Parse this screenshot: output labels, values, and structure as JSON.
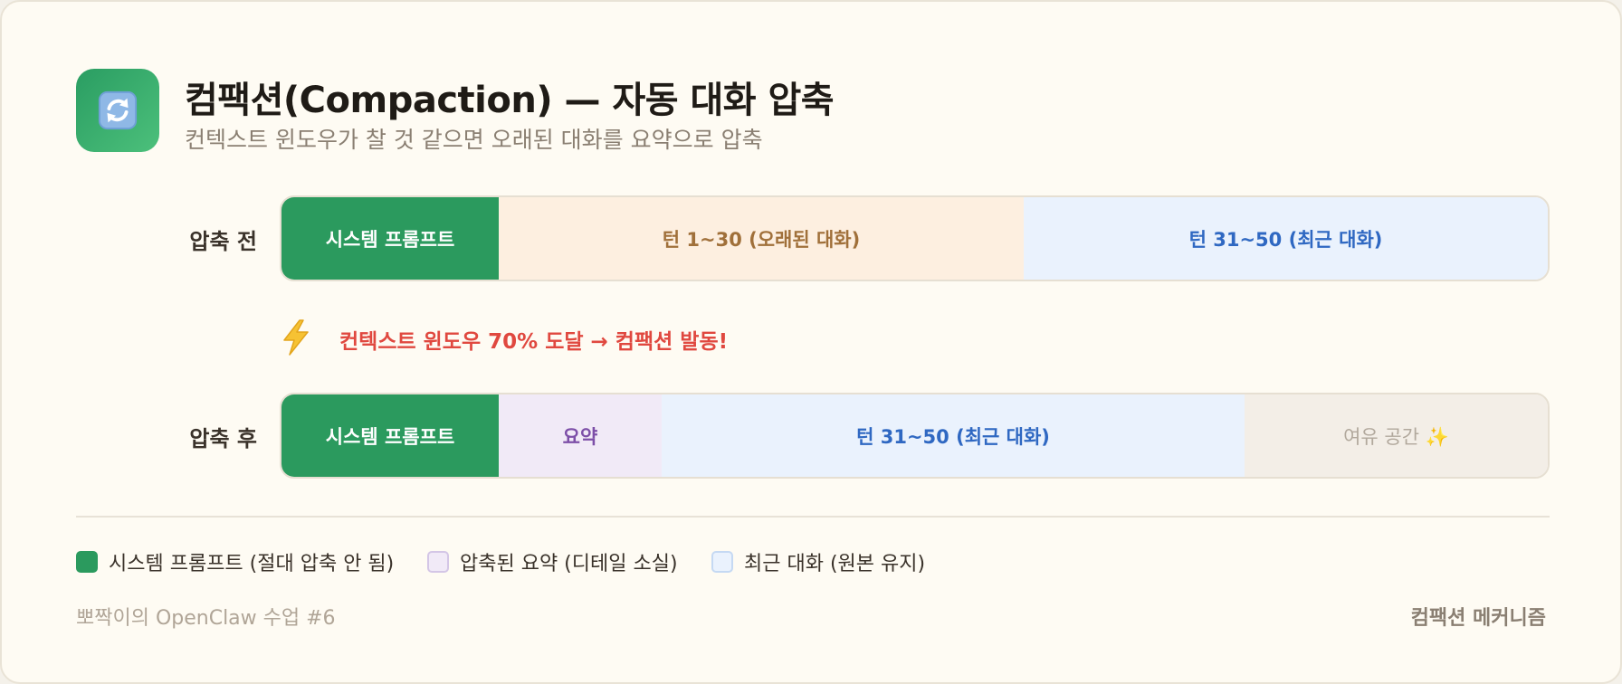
{
  "header": {
    "icon": "refresh-arrows-icon",
    "title": "컴팩션(Compaction) — 자동 대화 압축",
    "subtitle": "컨텍스트 윈도우가 찰 것 같으면 오래된 대화를 요약으로 압축"
  },
  "before": {
    "label": "압축 전",
    "segments": [
      "시스템 프롬프트",
      "턴 1~30 (오래된 대화)",
      "턴 31~50 (최근 대화)"
    ]
  },
  "trigger": {
    "icon": "lightning-icon",
    "text": "컨텍스트 윈도우 70% 도달 → 컴팩션 발동!"
  },
  "after": {
    "label": "압축 후",
    "segments": [
      "시스템 프롬프트",
      "요약",
      "턴 31~50 (최근 대화)",
      "여유 공간 ✨"
    ]
  },
  "legend": [
    {
      "label": "시스템 프롬프트 (절대 압축 안 됨)",
      "color": "#2b9a5e"
    },
    {
      "label": "압축된 요약 (디테일 소실)",
      "color": "#f1eaf7"
    },
    {
      "label": "최근 대화 (원본 유지)",
      "color": "#eaf2fd"
    }
  ],
  "footer": {
    "left": "뽀짝이의 OpenClaw 수업 #6",
    "right": "컴팩션 메커니즘"
  },
  "colors": {
    "system": "#2b9a5e",
    "old": "#fdefe0",
    "recent": "#eaf2fd",
    "summary": "#f1eaf7",
    "spare": "#f3eee7",
    "alert": "#e0483f"
  }
}
